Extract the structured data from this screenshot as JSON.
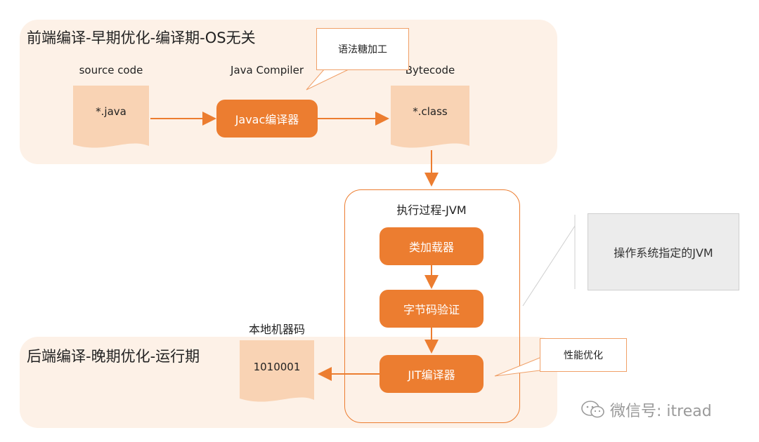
{
  "frontend": {
    "title": "前端编译-早期优化-编译期-OS无关",
    "source_label": "source code",
    "source_file": "*.java",
    "compiler_label": "Java Compiler",
    "compiler_box": "Javac编译器",
    "bytecode_label": "Bytecode",
    "bytecode_file": "*.class",
    "callout": "语法糖加工"
  },
  "jvm": {
    "title": "执行过程-JVM",
    "class_loader": "类加载器",
    "verifier": "字节码验证",
    "jit": "JIT编译器",
    "os_note": "操作系统指定的JVM",
    "perf_callout": "性能优化"
  },
  "backend": {
    "title": "后端编译-晚期优化-运行期",
    "machine_code_label": "本地机器码",
    "machine_code_value": "1010001"
  },
  "watermark": {
    "icon": "wechat-icon",
    "text": "微信号: itread"
  },
  "colors": {
    "accent": "#ec7d30",
    "section_bg": "#fdf1e7",
    "doc_fill": "#f9d3b4",
    "os_box": "#ececec"
  }
}
